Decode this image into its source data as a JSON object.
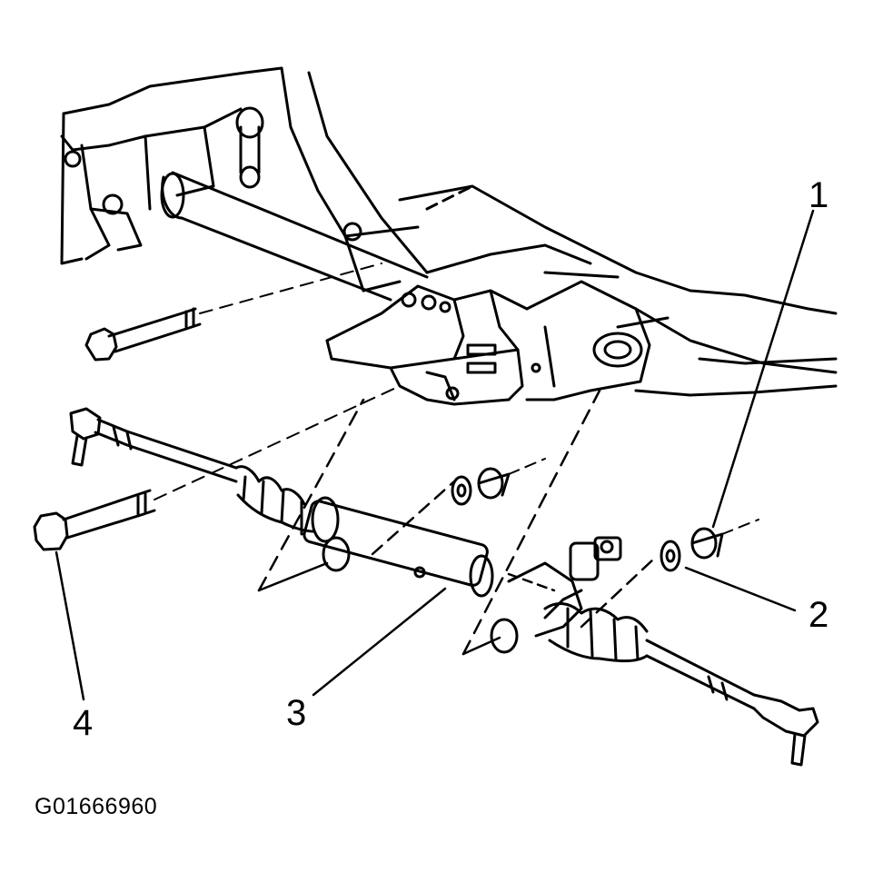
{
  "callouts": [
    {
      "id": "1",
      "label": "1"
    },
    {
      "id": "2",
      "label": "2"
    },
    {
      "id": "3",
      "label": "3"
    },
    {
      "id": "4",
      "label": "4"
    }
  ],
  "figure_id": "G01666960",
  "colors": {
    "ink": "#000000",
    "paper": "#ffffff"
  }
}
